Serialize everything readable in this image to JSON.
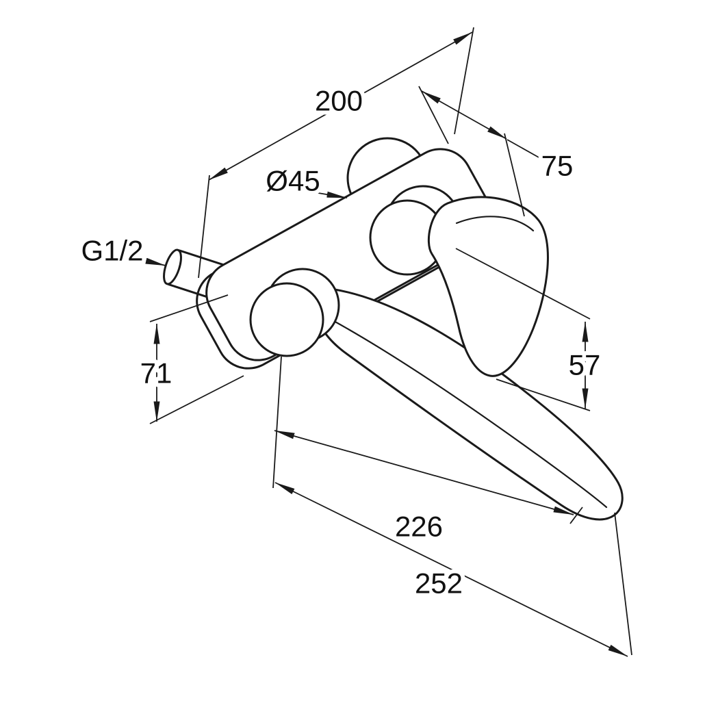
{
  "figure": {
    "type": "technical-dimension-drawing",
    "line_color": "#1a1a1a",
    "background_color": "#ffffff"
  },
  "dimensions": {
    "plate_length": "200",
    "handle_offset": "75",
    "body_diameter": "Ø45",
    "connection_thread": "G1/2",
    "drop_left": "71",
    "handle_height": "57",
    "spout_reach": "226",
    "overall_reach": "252"
  }
}
